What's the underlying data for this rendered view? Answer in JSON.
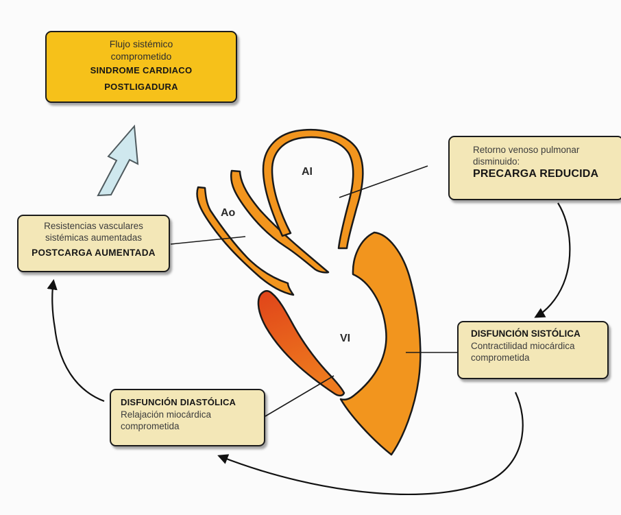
{
  "boxes": {
    "top": {
      "line1": "Flujo sistémico",
      "line2": "comprometido",
      "line3": "SINDROME CARDIACO",
      "line4": "POSTLIGADURA"
    },
    "left": {
      "line1": "Resistencias vasculares",
      "line2": "sistémicas aumentadas",
      "line3": "POSTCARGA AUMENTADA"
    },
    "right": {
      "line1": "Retorno venoso pulmonar",
      "line2": "disminuido:",
      "line3": "PRECARGA REDUCIDA"
    },
    "systolic": {
      "line1": "DISFUNCIÓN SISTÓLICA",
      "line2": "Contractilidad miocárdica",
      "line3": "comprometida"
    },
    "diastolic": {
      "line1": "DISFUNCIÓN DIASTÓLICA",
      "line2": "Relajación miocárdica",
      "line3": "comprometida"
    }
  },
  "labels": {
    "ao": "Ao",
    "ai": "AI",
    "vi": "VI"
  },
  "colors": {
    "highlight_box": "#f6c11a",
    "box": "#f3e7b7",
    "wall": "#f2951e",
    "wall_red": "#e5521a",
    "up_arrow": "#cfe8ee"
  }
}
